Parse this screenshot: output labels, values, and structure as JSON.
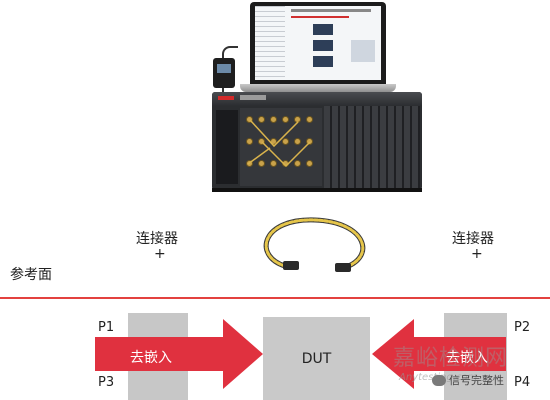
{
  "labels": {
    "connector_left": "连接器",
    "plus_left": "+",
    "connector_right": "连接器",
    "plus_right": "+",
    "reference_plane": "参考面"
  },
  "blocks": {
    "dut": "DUT",
    "deembed_left": "去嵌入",
    "deembed_right": "去嵌入"
  },
  "ports": {
    "p1": "P1",
    "p2": "P2",
    "p3": "P3",
    "p4": "P4"
  },
  "watermark": {
    "main": "嘉峪检测网",
    "url": "Anytesting.com",
    "badge": "信号完整性"
  },
  "colors": {
    "arrow": "#e0313f",
    "reference_line": "#e3413f",
    "block_gray": "#c7c7c7",
    "cable_yellow": "#e6c64a"
  },
  "icons": {
    "wechat": "wechat-icon"
  }
}
